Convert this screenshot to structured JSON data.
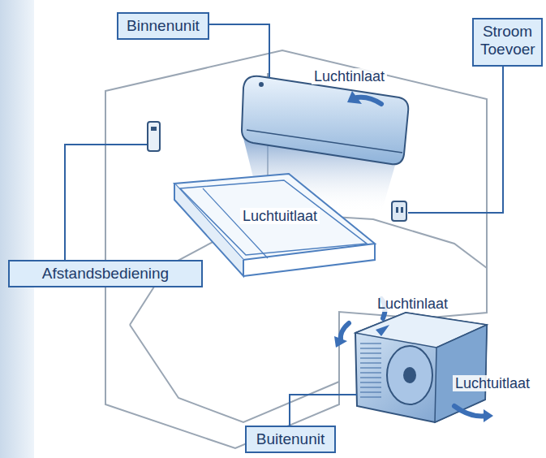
{
  "diagram": {
    "nodes": [
      {
        "text": [
          "Binnenunit"
        ]
      },
      {
        "text": [
          "Stroom Toevoer"
        ]
      },
      {
        "text": [
          "Afstandsbediening"
        ]
      },
      {
        "text": [
          "Buitenunit"
        ]
      }
    ],
    "labels": [
      "Luchtinlaat",
      "Luchtuitlaat",
      "Luchtinlaat",
      "Luchtuitlaat"
    ]
  }
}
